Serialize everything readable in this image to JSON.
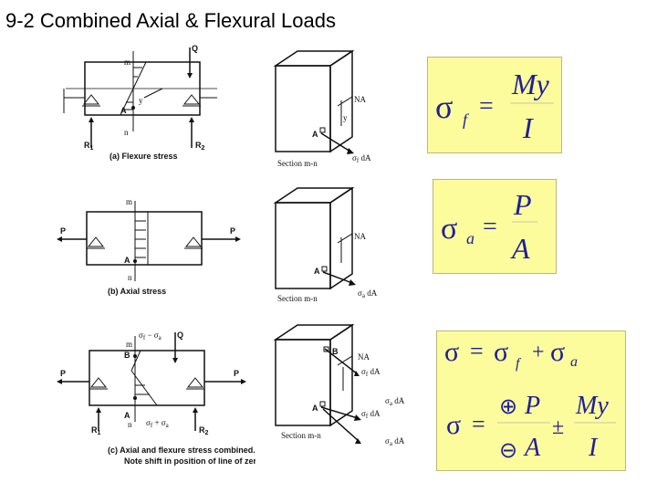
{
  "slide": {
    "title": "9-2 Combined Axial & Flexural Loads"
  },
  "fig_a": {
    "Q": "Q",
    "m": "m",
    "n": "n",
    "A": "A",
    "y": "y",
    "R1": "R",
    "R1sub": "1",
    "R2": "R",
    "R2sub": "2",
    "caption": "(a) Flexure stress",
    "NA": "NA",
    "section": "Section m-n",
    "force": "σ",
    "force_sub": "f",
    "force_tail": " dA"
  },
  "fig_b": {
    "m": "m",
    "n": "n",
    "A": "A",
    "P_left": "P",
    "P_right": "P",
    "caption": "(b) Axial stress",
    "NA": "NA",
    "section": "Section m-n",
    "force": "σ",
    "force_sub": "a",
    "force_tail": " dA"
  },
  "fig_c": {
    "Q": "Q",
    "m": "m",
    "n": "n",
    "A": "A",
    "B": "B",
    "P_left": "P",
    "P_right": "P",
    "top_stress": "σ",
    "top_stress_sub": "f",
    "top_stress_mid": " − σ",
    "top_stress_sub2": "a",
    "bot_stress": "σ",
    "bot_stress_sub": "f",
    "bot_stress_mid": " + σ",
    "bot_stress_sub2": "a",
    "R1": "R",
    "R1sub": "1",
    "R2": "R",
    "R2sub": "2",
    "caption_line1": "(c) Axial and flexure stress combined.",
    "caption_line2": "Note shift in position of line of zero stress",
    "NA": "NA",
    "section": "Section m-n",
    "f1": "σ",
    "f1_sub": "f",
    "f1_tail": " dA",
    "f2": "σ",
    "f2_sub": "a",
    "f2_tail": " dA",
    "f3": "σ",
    "f3_sub": "f",
    "f3_tail": " dA",
    "f4": "σ",
    "f4_sub": "a",
    "f4_tail": " dA"
  },
  "eq1": {
    "lhs": "σ",
    "lhs_sub": "f",
    "equals": "=",
    "num": "My",
    "den": "I"
  },
  "eq2": {
    "lhs": "σ",
    "lhs_sub": "a",
    "equals": "=",
    "num": "P",
    "den": "A"
  },
  "eq3": {
    "line1_lhs": "σ",
    "line1_eq": "=",
    "t1": "σ",
    "t1_sub": "f",
    "plus": "+",
    "t2": "σ",
    "t2_sub": "a",
    "line2_lhs": "σ",
    "line2_eq": "=",
    "oplus": "⊕",
    "num1": "P",
    "ominus": "⊖",
    "den1": "A",
    "pm": "±",
    "num2": "My",
    "den2": "I"
  },
  "colors": {
    "panel": "#fcfc9c",
    "equation": "#1f1f98"
  }
}
